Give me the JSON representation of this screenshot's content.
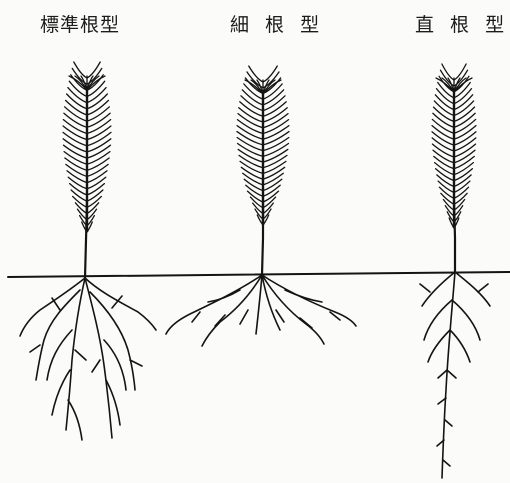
{
  "labels": {
    "standard": "標準根型",
    "fine": "細 根 型",
    "tap": "直 根 型"
  },
  "ink_color": "#141414",
  "background_color": "#fbfbf9"
}
